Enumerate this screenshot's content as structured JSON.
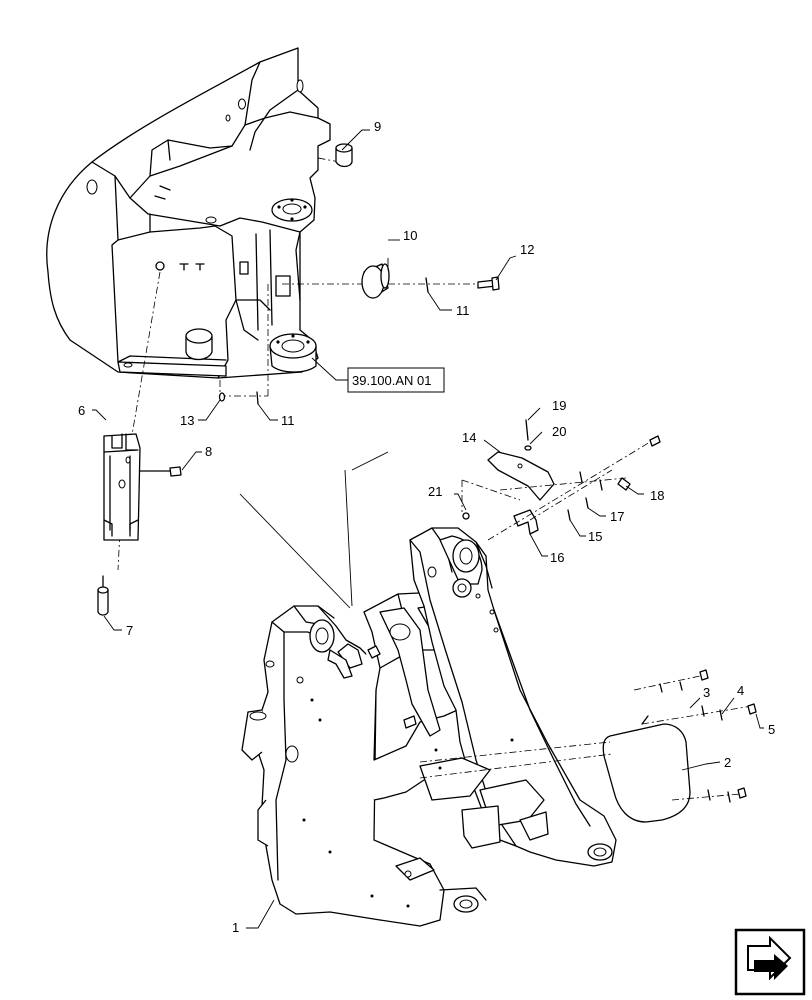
{
  "diagram": {
    "reference_label": "39.100.AN 01",
    "callouts": [
      "1",
      "2",
      "3",
      "4",
      "5",
      "6",
      "7",
      "8",
      "9",
      "10",
      "11",
      "11",
      "12",
      "13",
      "14",
      "15",
      "16",
      "17",
      "18",
      "19",
      "20",
      "21"
    ]
  },
  "nav_icon": "arrow-next-icon"
}
